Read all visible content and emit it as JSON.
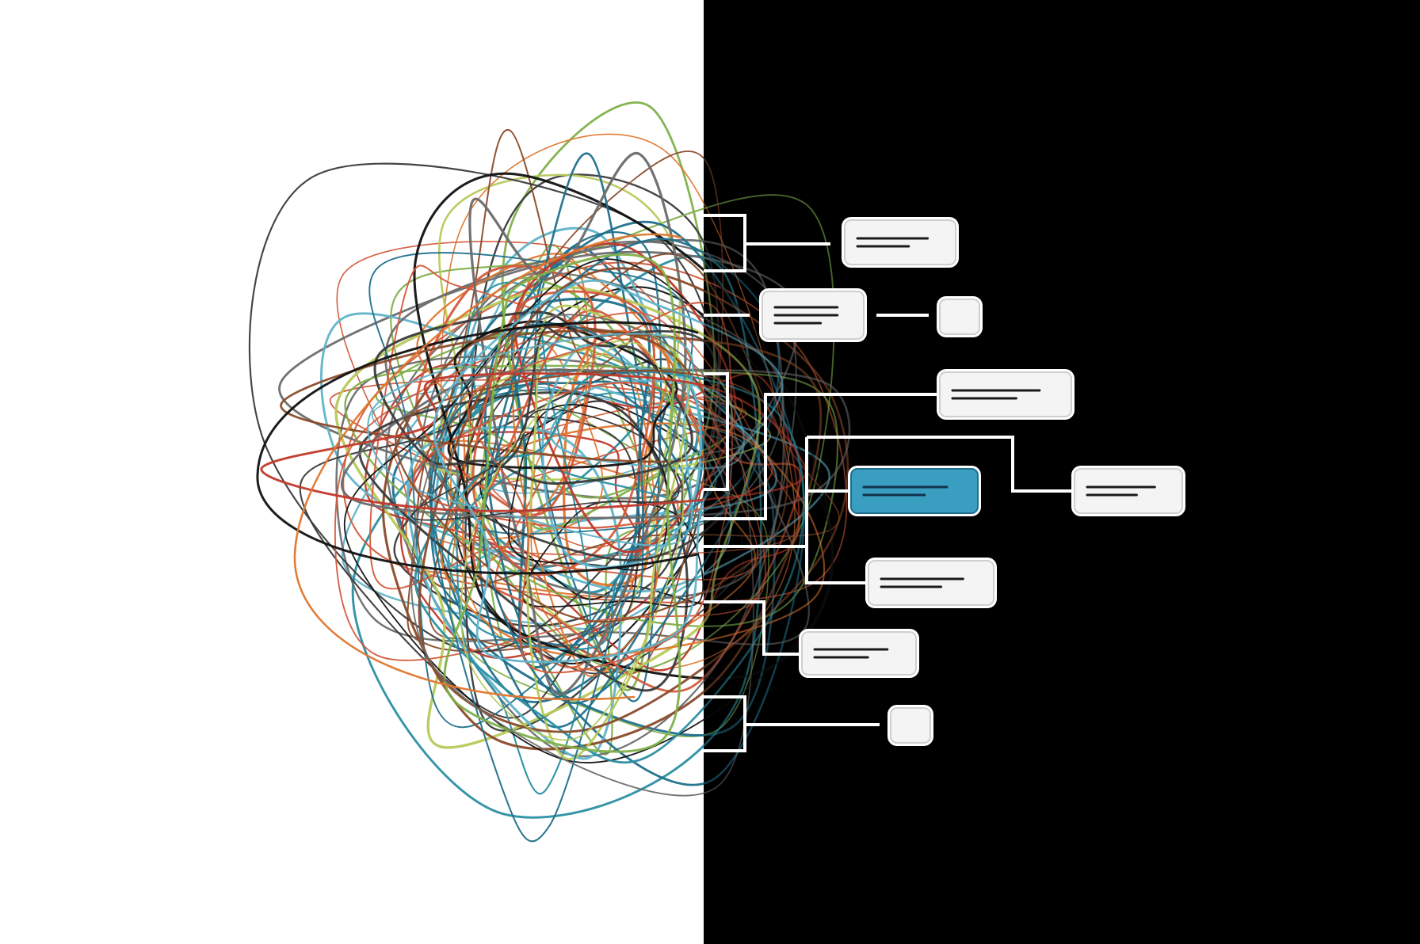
{
  "colors": {
    "left_background": "#ffffff",
    "right_background": "#000000",
    "connector": "#ffffff",
    "node_fill": "#f4f4f4",
    "node_border": "#cfcfcf",
    "node_text_line": "#1a1a1a",
    "node_highlight_fill": "#3a9ec0",
    "node_highlight_text_line": "#10334a",
    "thread_palette": [
      "#111111",
      "#2a8fa3",
      "#e0762e",
      "#c0392b",
      "#7fb04a",
      "#3a3a3a",
      "#1f6f8b",
      "#b7c95a",
      "#8a4b2a",
      "#5fb3c9",
      "#d35a3a",
      "#6b6b6b"
    ]
  },
  "nodes": [
    {
      "id": "n1",
      "kind": "text",
      "lines": 2,
      "highlight": false
    },
    {
      "id": "n2",
      "kind": "text",
      "lines": 3,
      "highlight": false
    },
    {
      "id": "n3",
      "kind": "square",
      "lines": 0,
      "highlight": false
    },
    {
      "id": "n4",
      "kind": "text",
      "lines": 2,
      "highlight": false
    },
    {
      "id": "n5",
      "kind": "text",
      "lines": 2,
      "highlight": true
    },
    {
      "id": "n6",
      "kind": "text",
      "lines": 2,
      "highlight": false
    },
    {
      "id": "n7",
      "kind": "text",
      "lines": 2,
      "highlight": false
    },
    {
      "id": "n8",
      "kind": "text",
      "lines": 2,
      "highlight": false
    },
    {
      "id": "n9",
      "kind": "square",
      "lines": 0,
      "highlight": false
    }
  ]
}
